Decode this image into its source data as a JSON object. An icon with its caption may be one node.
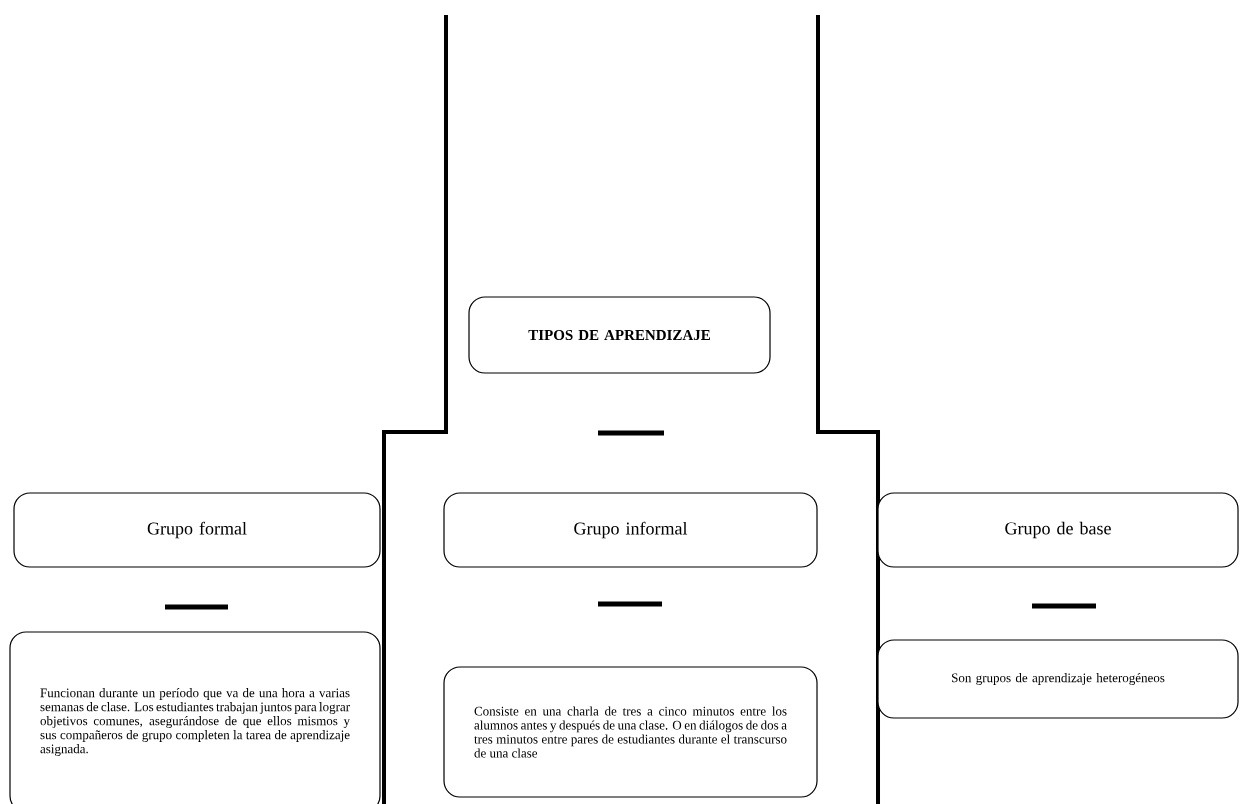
{
  "diagram": {
    "nodes": [
      {
        "text": [
          "TIPOS DE APRENDIZAJE"
        ]
      },
      {
        "text": [
          "Grupo formal"
        ]
      },
      {
        "text": [
          "Grupo informal"
        ]
      },
      {
        "text": [
          "Grupo de base"
        ]
      },
      {
        "text": [
          "Funcionan durante un período que va de una hora a varias semanas de clase. Los estudiantes trabajan juntos para lograr objetivos comunes, asegurándose de que ellos mismos y sus compañeros de grupo completen la tarea de aprendizaje asignada."
        ]
      },
      {
        "text": [
          "Consiste en una charla de tres a cinco minutos entre los alumnos antes y después de una clase. O en diálogos de dos a tres minutos entre pares de estudiantes durante el transcurso de una clase"
        ]
      },
      {
        "text": [
          "Son grupos de aprendizaje heterogéneos"
        ]
      }
    ]
  }
}
